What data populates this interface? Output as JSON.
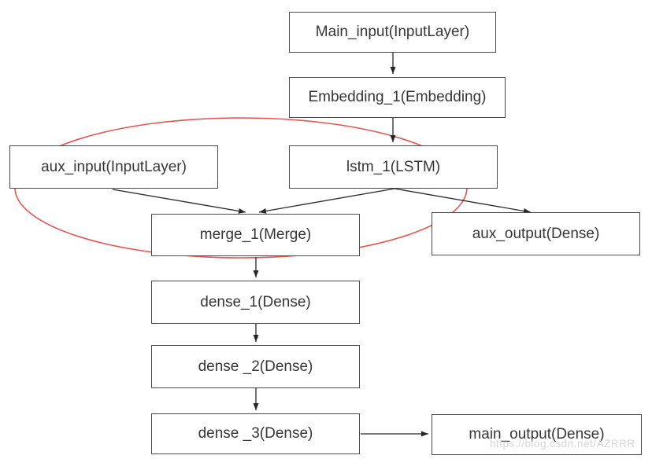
{
  "colors": {
    "background": "#ffffff",
    "box_border": "#4a4a4a",
    "box_fill": "#ffffff",
    "text": "#363636",
    "arrow": "#262626",
    "highlight_ellipse": "#e25653",
    "watermark": "#d5d5d5"
  },
  "nodes": {
    "main_input": {
      "label": "Main_input(InputLayer)"
    },
    "embedding_1": {
      "label": "Embedding_1(Embedding)"
    },
    "aux_input": {
      "label": "aux_input(InputLayer)"
    },
    "lstm_1": {
      "label": "lstm_1(LSTM)"
    },
    "merge_1": {
      "label": "merge_1(Merge)"
    },
    "aux_output": {
      "label": "aux_output(Dense)"
    },
    "dense_1": {
      "label": "dense_1(Dense)"
    },
    "dense_2": {
      "label": "dense _2(Dense)"
    },
    "dense_3": {
      "label": "dense _3(Dense)"
    },
    "main_output": {
      "label": "main_output(Dense)"
    }
  },
  "edges": [
    {
      "from": "main_input",
      "to": "embedding_1",
      "points": [
        499,
        67,
        499,
        94
      ]
    },
    {
      "from": "embedding_1",
      "to": "lstm_1",
      "points": [
        499,
        150,
        499,
        181
      ]
    },
    {
      "from": "aux_input",
      "to": "merge_1",
      "points": [
        143,
        241,
        312,
        270
      ]
    },
    {
      "from": "lstm_1",
      "to": "merge_1",
      "points": [
        501,
        240,
        329,
        270
      ]
    },
    {
      "from": "lstm_1",
      "to": "aux_output",
      "points": [
        501,
        240,
        674,
        270
      ]
    },
    {
      "from": "merge_1",
      "to": "dense_1",
      "points": [
        325,
        327,
        325,
        353
      ]
    },
    {
      "from": "dense_1",
      "to": "dense_2",
      "points": [
        325,
        412,
        325,
        435
      ]
    },
    {
      "from": "dense_2",
      "to": "dense_3",
      "points": [
        325,
        494,
        325,
        522
      ]
    },
    {
      "from": "dense_3",
      "to": "main_output",
      "points": [
        458,
        552,
        544,
        552
      ]
    }
  ],
  "watermark": {
    "text": "https://blog.csdn.net/AZRRR"
  }
}
